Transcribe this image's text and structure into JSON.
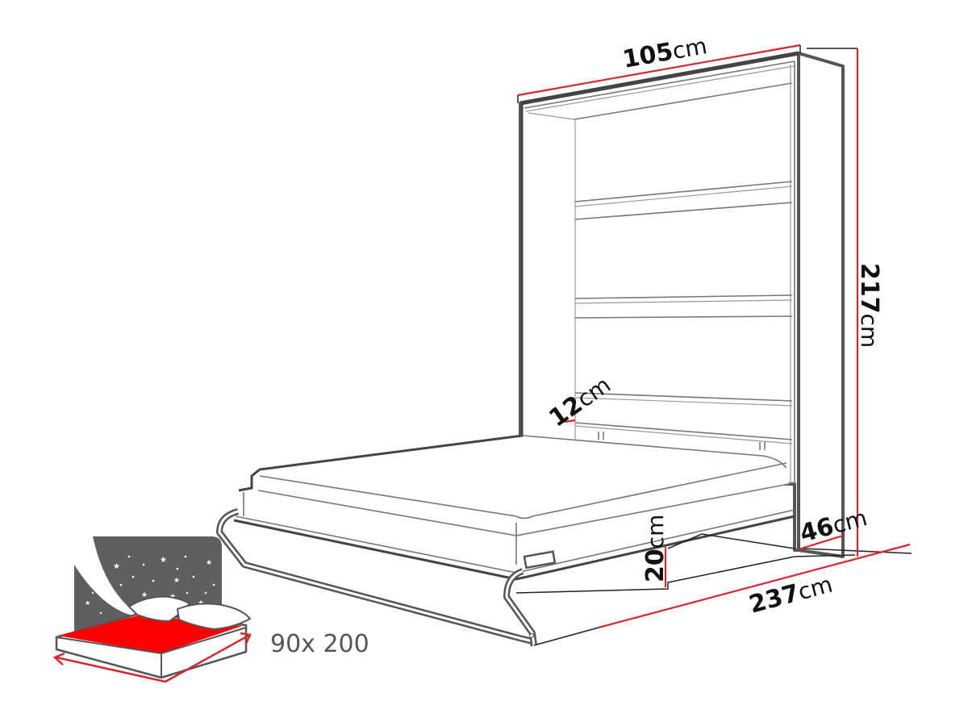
{
  "diagram": {
    "subject": "vertical wall bed (cabinet with fold-down bed)",
    "dimensions": {
      "width": {
        "value": "105",
        "unit": "cm"
      },
      "height": {
        "value": "217",
        "unit": "cm"
      },
      "shelf_depth": {
        "value": "12",
        "unit": "cm"
      },
      "cabinet_depth": {
        "value": "46",
        "unit": "cm"
      },
      "leg_height": {
        "value": "20",
        "unit": "cm"
      },
      "open_length": {
        "value": "237",
        "unit": "cm"
      }
    },
    "mattress_size": {
      "label": "90x 200"
    },
    "icon": {
      "name": "mattress-night-icon"
    },
    "colors": {
      "dimension_line": "#d9262e",
      "outline": "#555555",
      "mattress_fill": "#ff0000",
      "night_sky": "#5f5f5f",
      "label_text": "#111111",
      "size_text": "#555555"
    }
  }
}
